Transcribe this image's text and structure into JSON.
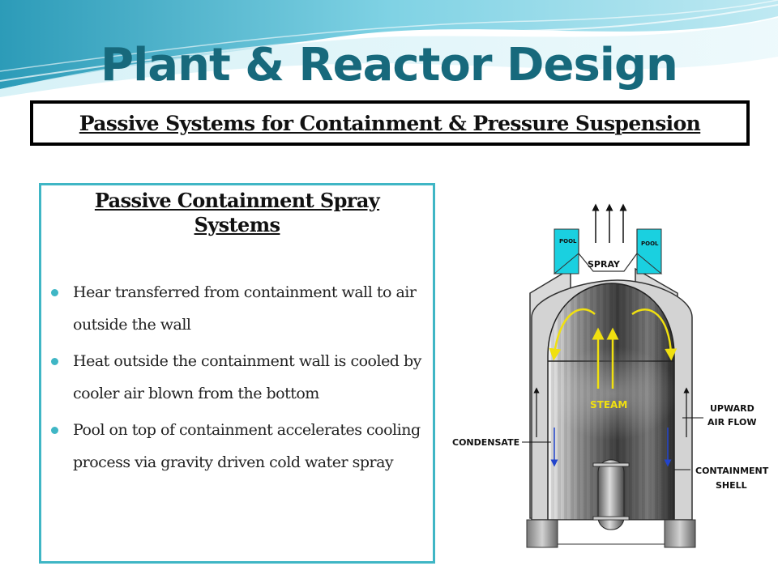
{
  "title": "Plant & Reactor Design",
  "subtitle": "Passive Systems for Containment & Pressure Suspension",
  "section": {
    "heading_line1": "Passive Containment Spray",
    "heading_line2": "Systems",
    "bullets": [
      "Hear transferred from containment wall to air outside the wall",
      "Heat outside the containment wall is cooled by cooler air blown from the bottom",
      "Pool on top of containment accelerates cooling process via gravity driven cold water spray"
    ]
  },
  "diagram": {
    "labels": {
      "pool_left": "POOL",
      "pool_right": "POOL",
      "spray": "SPRAY",
      "steam": "STEAM",
      "condensate": "CONDENSATE",
      "upward_line1": "UPWARD",
      "upward_line2": "AIR FLOW",
      "shell_line1": "CONTAINMENT",
      "shell_line2": "SHELL"
    }
  },
  "colors": {
    "title": "#17697c",
    "accent": "#3fb6c5",
    "pool": "#1ad0e0",
    "steam_arrow": "#f0e010",
    "flow_arrow": "#2244cc"
  }
}
